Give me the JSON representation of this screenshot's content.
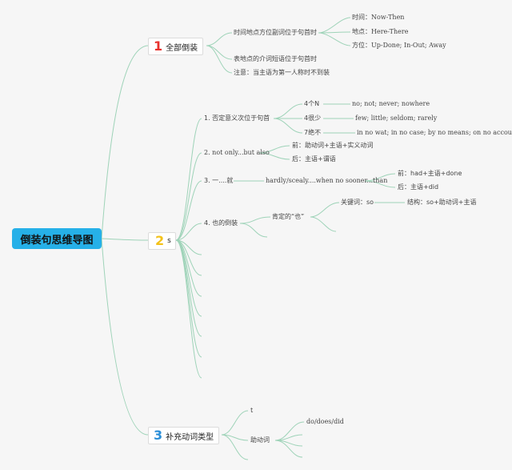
{
  "central": "倒装句思维导图",
  "branch1": {
    "number": "1",
    "label": "全部倒装",
    "c1": "时间地点方位副词位于句首时",
    "c1a": "时间：Now-Then",
    "c1b": "地点：Here-There",
    "c1c": "方位：Up-Done; In-Out; Away",
    "c2": "表地点的介词短语位于句首时",
    "c3": "注意：当主语为第一人称时不到装"
  },
  "branch2": {
    "number": "2",
    "label": "s",
    "c1": "1. 否定意义次位于句首",
    "c1a": "4个N",
    "c1a_v": "no; not; never; nowhere",
    "c1b": "4很少",
    "c1b_v": "few; little; seldom; rarely",
    "c1c": "7绝不",
    "c1c_v": "in no wat; in no case; by no means; on no account",
    "c2": "2. not only...but also",
    "c2a": "前：助动词+主语+实义动词",
    "c2b": "后：主语+谓语",
    "c3": "3. 一....就",
    "c3a": "hardly/scealy....when no sooner...than",
    "c3a1": "前：had+主语+done",
    "c3a2": "后：主语+did",
    "c4": "4. 也的倒装",
    "c4a": "肯定的“也”",
    "c4a1": "关键词：so",
    "c4a1a": "结构：so+助动词+主语"
  },
  "branch3": {
    "number": "3",
    "label": "补充动词类型",
    "c1": "t",
    "c2": "助动词",
    "c2a": "do/does/did"
  }
}
